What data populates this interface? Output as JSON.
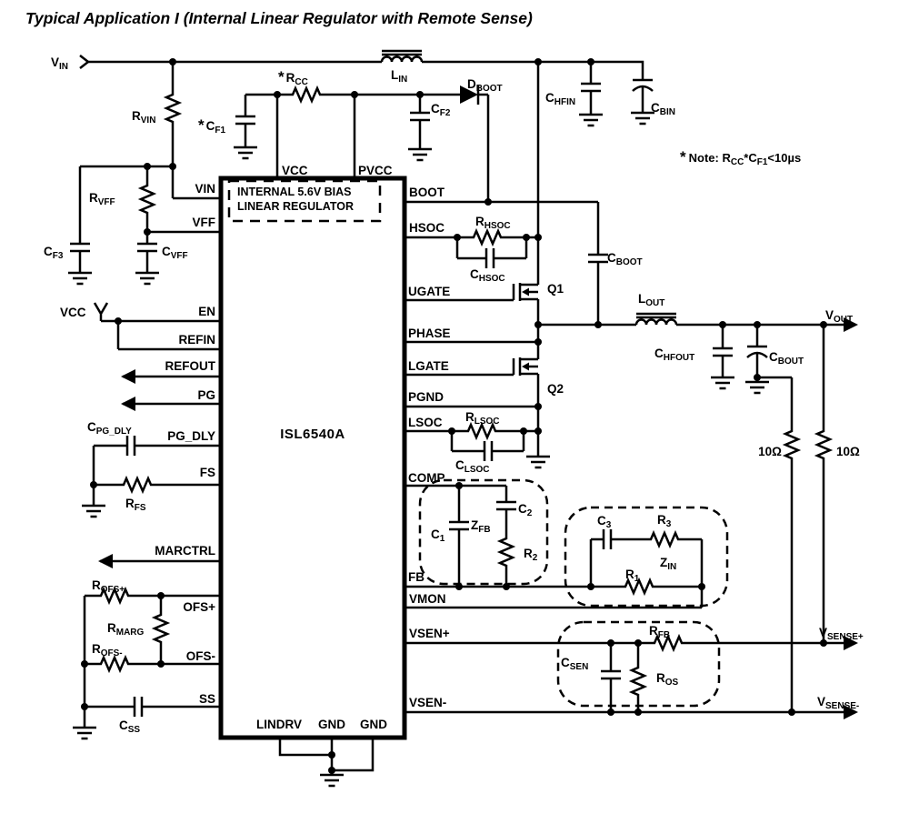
{
  "colors": {
    "ink": "#000000",
    "background": "#ffffff"
  },
  "title": "Typical Application I (Internal Linear Regulator with Remote Sense)",
  "note": {
    "star": "*",
    "t1": "Note: R",
    "s1": "CC",
    "t2": "*C",
    "s2": "F1",
    "t3": "<10µs"
  },
  "ic": {
    "name": "ISL6540A",
    "internal_line1": "INTERNAL 5.6V BIAS",
    "internal_line2": "LINEAR REGULATOR",
    "pins_left": [
      "VIN",
      "VFF",
      "EN",
      "REFIN",
      "REFOUT",
      "PG",
      "PG_DLY",
      "FS",
      "MARCTRL",
      "OFS+",
      "OFS-",
      "SS"
    ],
    "pins_right": [
      "BOOT",
      "HSOC",
      "UGATE",
      "PHASE",
      "LGATE",
      "PGND",
      "LSOC",
      "COMP",
      "FB",
      "VMON",
      "VSEN+",
      "VSEN-"
    ],
    "pins_top": [
      "VCC",
      "PVCC"
    ],
    "pins_bottom": [
      "LINDRV",
      "GND",
      "GND"
    ]
  },
  "terminals": {
    "vin": {
      "m": "V",
      "s": "IN"
    },
    "vout": {
      "m": "V",
      "s": "OUT"
    },
    "vsense_plus": {
      "m": "V",
      "s": "SENSE+"
    },
    "vsense_minus": {
      "m": "V",
      "s": "SENSE-"
    },
    "vcc": "VCC"
  },
  "components": {
    "rvin": {
      "m": "R",
      "s": "VIN"
    },
    "rcc": {
      "star": "*",
      "m": "R",
      "s": "CC"
    },
    "cf1": {
      "star": "*",
      "m": "C",
      "s": "F1"
    },
    "lin": {
      "m": "L",
      "s": "IN"
    },
    "cf2": {
      "m": "C",
      "s": "F2"
    },
    "dboot": {
      "m": "D",
      "s": "BOOT"
    },
    "chfin": {
      "m": "C",
      "s": "HFIN"
    },
    "cbin": {
      "m": "C",
      "s": "BIN"
    },
    "rvff": {
      "m": "R",
      "s": "VFF"
    },
    "cf3": {
      "m": "C",
      "s": "F3"
    },
    "cvff": {
      "m": "C",
      "s": "VFF"
    },
    "rhsoc": {
      "m": "R",
      "s": "HSOC"
    },
    "chsoc": {
      "m": "C",
      "s": "HSOC"
    },
    "q1": "Q1",
    "cboot": {
      "m": "C",
      "s": "BOOT"
    },
    "lout": {
      "m": "L",
      "s": "OUT"
    },
    "chfout": {
      "m": "C",
      "s": "HFOUT"
    },
    "cbout": {
      "m": "C",
      "s": "BOUT"
    },
    "r10_left": "10Ω",
    "r10_right": "10Ω",
    "rlsoc": {
      "m": "R",
      "s": "LSOC"
    },
    "clsoc": {
      "m": "C",
      "s": "LSOC"
    },
    "q2": "Q2",
    "c1": {
      "m": "C",
      "s": "1"
    },
    "zfb": {
      "m": "Z",
      "s": "FB"
    },
    "c2": {
      "m": "C",
      "s": "2"
    },
    "r2": {
      "m": "R",
      "s": "2"
    },
    "c3": {
      "m": "C",
      "s": "3"
    },
    "r3": {
      "m": "R",
      "s": "3"
    },
    "r1": {
      "m": "R",
      "s": "1"
    },
    "zin": {
      "m": "Z",
      "s": "IN"
    },
    "cpg_dly": {
      "m": "C",
      "s": "PG_DLY"
    },
    "rfs": {
      "m": "R",
      "s": "FS"
    },
    "rofs_plus": {
      "m": "R",
      "s": "OFS+"
    },
    "rmarg": {
      "m": "R",
      "s": "MARG"
    },
    "rofs_minus": {
      "m": "R",
      "s": "OFS-"
    },
    "css": {
      "m": "C",
      "s": "SS"
    },
    "csen": {
      "m": "C",
      "s": "SEN"
    },
    "rfb": {
      "m": "R",
      "s": "FB"
    },
    "ros": {
      "m": "R",
      "s": "OS"
    }
  }
}
